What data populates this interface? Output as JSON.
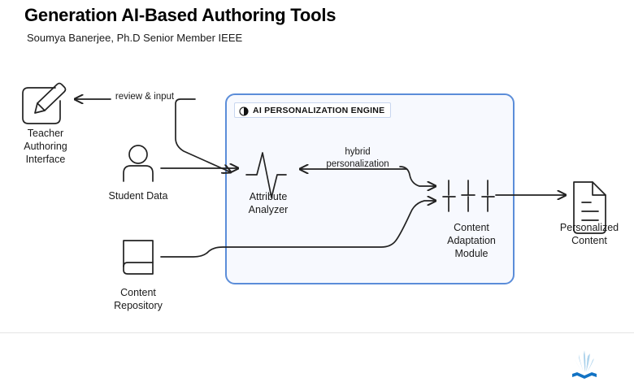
{
  "slide": {
    "title": "Generation AI-Based Authoring Tools",
    "subtitle": "Soumya Banerjee, Ph.D Senior Member IEEE"
  },
  "engine_panel": {
    "badge_label": "AI PERSONALIZATION ENGINE",
    "badge_icon": "half-filled-circle-icon",
    "border_color": "#5b8dd9",
    "fill_color": "#f7f9fe"
  },
  "nodes": [
    {
      "id": "teacher-authoring-interface",
      "label": "Teacher\nAuthoring\nInterface",
      "icon": "pencil-square-edit-icon"
    },
    {
      "id": "student-data",
      "label": "Student Data",
      "icon": "person-user-icon"
    },
    {
      "id": "content-repository",
      "label": "Content\nRepository",
      "icon": "book-repository-icon"
    },
    {
      "id": "attribute-analyzer",
      "label": "Attribute\nAnalyzer",
      "icon": "pulse-waveform-icon"
    },
    {
      "id": "content-adaptation-module",
      "label": "Content\nAdaptation\nModule",
      "icon": "grid-segments-icon"
    },
    {
      "id": "personalized-content",
      "label": "Personalized\nContent",
      "icon": "document-lines-icon"
    }
  ],
  "edges": [
    {
      "id": "review-input",
      "label": "review & input"
    },
    {
      "id": "hybrid-personalization",
      "label": "hybrid\npersonalization"
    },
    {
      "id": "student-to-analyzer",
      "label": ""
    },
    {
      "id": "repository-to-module",
      "label": ""
    },
    {
      "id": "module-to-output",
      "label": ""
    }
  ],
  "footer": {
    "logo_icon": "book-flame-logo",
    "logo_color": "#1273c4",
    "logo_accent_color": "#9ecbe8",
    "divider_color": "#e4e4e4"
  }
}
